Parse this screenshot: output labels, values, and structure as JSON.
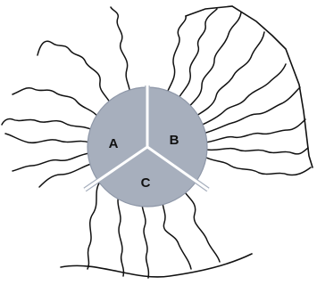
{
  "diagram": {
    "labels": {
      "a": "A",
      "b": "B",
      "c": "C"
    },
    "colors": {
      "core_fill": "#a7afbd",
      "divider": "#ffffff",
      "chains": "#111111",
      "background": "#ffffff"
    }
  }
}
